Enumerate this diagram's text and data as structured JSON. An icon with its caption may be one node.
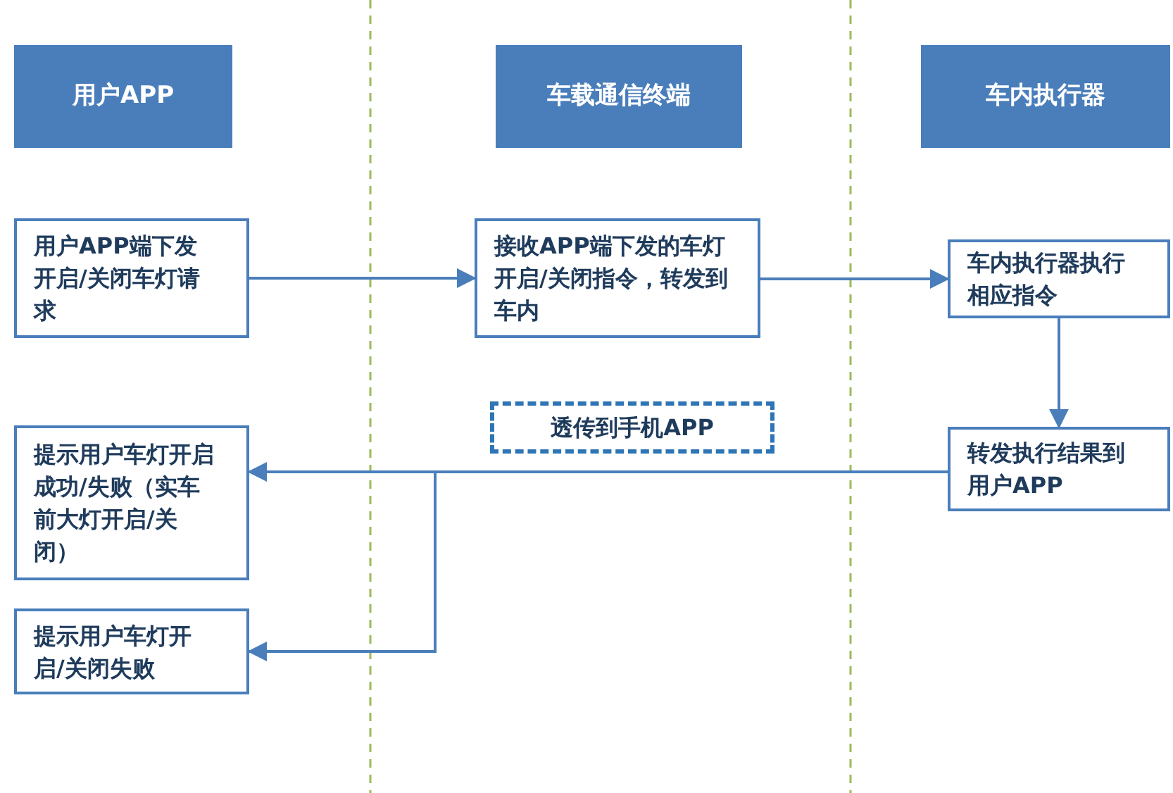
{
  "diagram": {
    "nodes": [
      {
        "text": [
          "用户APP"
        ]
      },
      {
        "text": [
          "车载通信终端"
        ]
      },
      {
        "text": [
          "车内执行器"
        ]
      },
      {
        "text": [
          "用户APP端下发开启/关闭车灯请求"
        ]
      },
      {
        "text": [
          "接收APP端下发的车灯开启/关闭指令，转发到车内"
        ]
      },
      {
        "text": [
          "车内执行器执行相应指令"
        ]
      },
      {
        "text": [
          "转发执行结果到用户APP"
        ]
      },
      {
        "text": [
          "提示用户车灯开启成功/失败（实车前大灯开启/关闭）"
        ]
      },
      {
        "text": [
          "提示用户车灯开启/关闭失败"
        ]
      },
      {
        "text": [
          "透传到手机APP"
        ]
      }
    ],
    "edges": [
      {
        "from": 3,
        "to": 4,
        "arrow": "to"
      },
      {
        "from": 4,
        "to": 5,
        "arrow": "to"
      },
      {
        "from": 5,
        "to": 6,
        "arrow": "to"
      },
      {
        "from": 6,
        "to": 7,
        "arrow": "to"
      },
      {
        "from": 6,
        "to": 8,
        "arrow": "to"
      }
    ]
  }
}
